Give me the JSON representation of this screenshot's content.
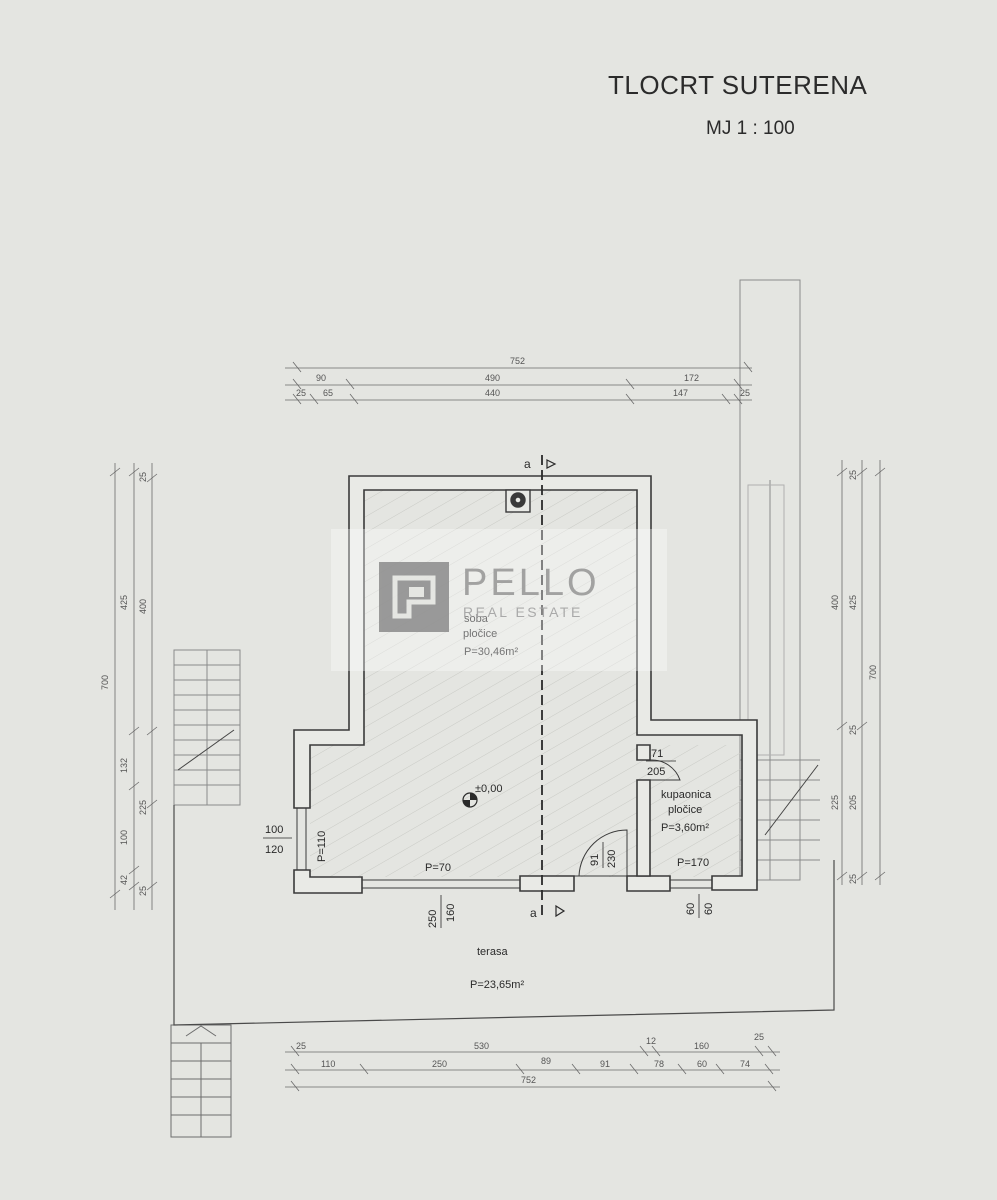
{
  "header": {
    "title": "TLOCRT SUTERENA",
    "scale": "MJ 1 : 100"
  },
  "logo": {
    "name": "PELLO",
    "subtitle": "REAL ESTATE"
  },
  "rooms": {
    "soba": {
      "name": "soba",
      "floor": "pločice",
      "area": "P=30,46m²"
    },
    "kupaonica": {
      "name": "kupaonica",
      "floor": "pločice",
      "area": "P=3,60m²"
    },
    "terasa": {
      "name": "terasa",
      "area": "P=23,65m²"
    }
  },
  "level": {
    "value": "±0,00"
  },
  "section": {
    "label": "a"
  },
  "openings": {
    "p110": "P=110",
    "p70": "P=70",
    "p170": "P=170",
    "win_w": "100",
    "win_h": "120",
    "door_w": "250",
    "door_h": "160",
    "inner_w": "91",
    "inner_h": "230",
    "bath_w": "71",
    "bath_h": "205",
    "bd_w": "60",
    "bd_h": "60"
  },
  "dims": {
    "top1": {
      "total": "752"
    },
    "top2": [
      "90",
      "490",
      "172"
    ],
    "top3": [
      "25",
      "65",
      "440",
      "147",
      "25"
    ],
    "bottom1": [
      "25",
      "530",
      "12",
      "160",
      "25"
    ],
    "bottom2": [
      "110",
      "250",
      "89",
      "91",
      "78",
      "60",
      "74"
    ],
    "bottom3": {
      "total": "752"
    },
    "left": [
      "25",
      "425",
      "400",
      "700",
      "132",
      "225",
      "100",
      "42",
      "25"
    ],
    "right": [
      "25",
      "400",
      "425",
      "700",
      "25",
      "225",
      "205",
      "25"
    ]
  },
  "colors": {
    "paper": "#e4e5e1",
    "line": "#3a3a3a",
    "wall": "#e9eae6"
  }
}
